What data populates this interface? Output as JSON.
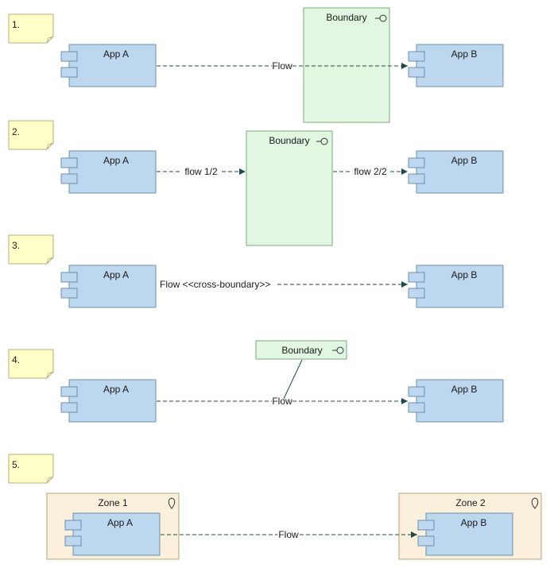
{
  "colors": {
    "note_fill": "#ffffc8",
    "note_stroke": "#b0b07a",
    "component_fill": "#bdd7ee",
    "component_stroke": "#6f8fae",
    "boundary_fill": "#e2f7e2",
    "boundary_stroke": "#7aa87a",
    "zone_fill": "#faf0dc",
    "zone_stroke": "#b8a27a",
    "connector": "#1f4a4a"
  },
  "scenarios": [
    {
      "note": "1.",
      "app_a": "App A",
      "app_b": "App B",
      "boundary": "Boundary",
      "flow": "Flow"
    },
    {
      "note": "2.",
      "app_a": "App A",
      "app_b": "App B",
      "boundary": "Boundary",
      "flow_part1": "flow 1/2",
      "flow_part2": "flow 2/2"
    },
    {
      "note": "3.",
      "app_a": "App A",
      "app_b": "App B",
      "flow": "Flow <<cross-boundary>>"
    },
    {
      "note": "4.",
      "app_a": "App A",
      "app_b": "App B",
      "boundary": "Boundary",
      "flow": "Flow"
    },
    {
      "note": "5.",
      "zone_1": "Zone 1",
      "zone_2": "Zone 2",
      "app_a": "App A",
      "app_b": "App B",
      "flow": "Flow"
    }
  ]
}
